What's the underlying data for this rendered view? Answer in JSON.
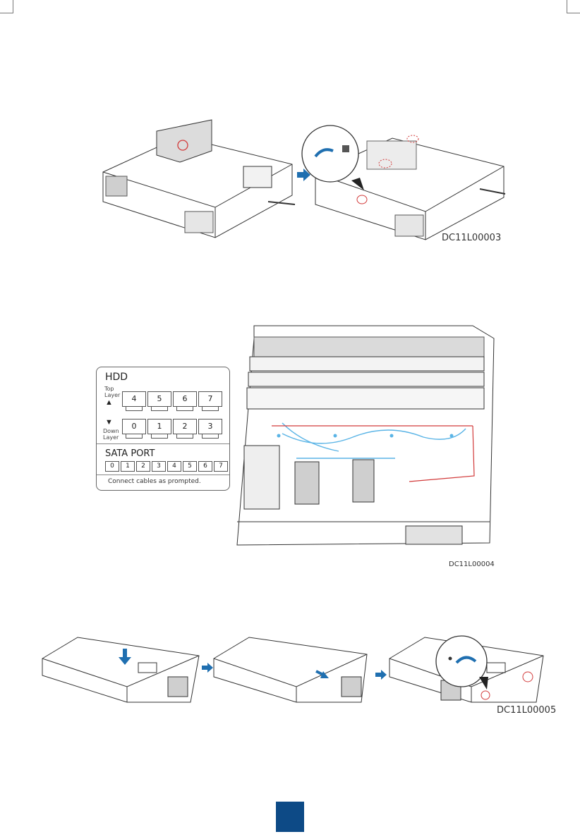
{
  "figures": {
    "fig1_code": "DC11L00003",
    "fig2_code": "DC11L00004",
    "fig3_code": "DC11L00005"
  },
  "hdd_panel": {
    "title": "HDD",
    "top_layer_label": [
      "Top",
      "Layer"
    ],
    "down_layer_label": [
      "Down",
      "Layer"
    ],
    "top_bays": [
      "4",
      "5",
      "6",
      "7"
    ],
    "down_bays": [
      "0",
      "1",
      "2",
      "3"
    ],
    "sata_title": "SATA PORT",
    "sata_ports": [
      "0",
      "1",
      "2",
      "3",
      "4",
      "5",
      "6",
      "7"
    ],
    "note": "Connect cables as prompted."
  },
  "colors": {
    "accent": "#0d4a86",
    "arrow_blue": "#1f6fb0",
    "callout_red": "#d23a3a",
    "cable_blue": "#5ab4e6",
    "cable_red": "#d23a3a"
  }
}
